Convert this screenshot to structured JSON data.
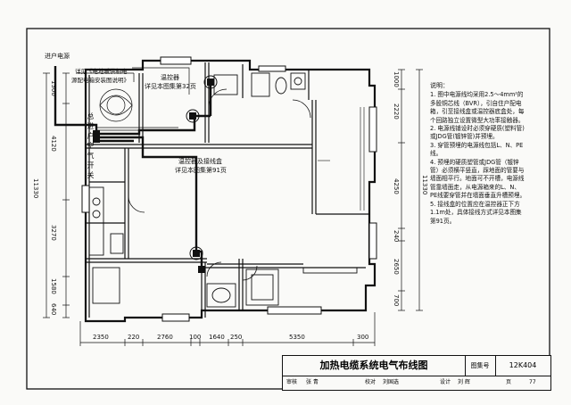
{
  "drawing": {
    "entry_power": "进户电源",
    "callout_panel_line1": "详见《电地暖供相电",
    "callout_panel_line2": "源配电箱安装图说明》",
    "thermostat_label": "温控器",
    "thermostat_ref": "详见本图集第32页",
    "room_air_switch": "总进户空气开关",
    "junction_label": "温控器及接线盒",
    "junction_ref": "详见本图集第91页"
  },
  "dimensions": {
    "left": [
      "1300",
      "4120",
      "3270",
      "1580",
      "640"
    ],
    "left_total": "11330",
    "right_inner": [
      "1000",
      "2220",
      "4250",
      "240",
      "2650",
      "700"
    ],
    "right_total": "11330",
    "bottom": [
      "2350",
      "220",
      "2760",
      "100",
      "1640",
      "250",
      "5350",
      "300"
    ]
  },
  "notes": {
    "heading": "说明：",
    "items": [
      "1. 图中电源线均采用2.5～4mm²的多股铜芯线（BVR），引自住户配电箱，引至接线盒或温控器底盒处，每个回路独立设置微型大功率接触器。",
      "2. 电源线铺设时必须穿硬质(塑料管)或JDG管(镀锌管)并预埋。",
      "3. 穿管预埋的电源线包括L、N、PE线。",
      "4. 预埋的硬质塑管或JDG管（镀锌管）必须横平竖直，踩地面的管要与墙面相平行。地面可不开槽，电源线管靠墙面走，从电源箱来的L、N、PE线要穿管并在墙面垂直升槽预埋。",
      "5. 接线盒的位置应在温控器正下方1.1m处，具体接线方式详见本图集第91页。"
    ]
  },
  "title_block": {
    "title": "加热电缆系统电气布线图",
    "atlas_label": "图集号",
    "atlas_number": "12K404",
    "row_reviewed": "审核",
    "row_reviewer": "张 青",
    "row_checked": "校对",
    "row_checker": "刘国选",
    "row_designed": "设计",
    "row_designer": "刘 辉",
    "row_page_label": "页",
    "row_page": "77"
  },
  "colors": {
    "line": "#111111",
    "wire": "#111111",
    "paper": "#fafaf8"
  }
}
